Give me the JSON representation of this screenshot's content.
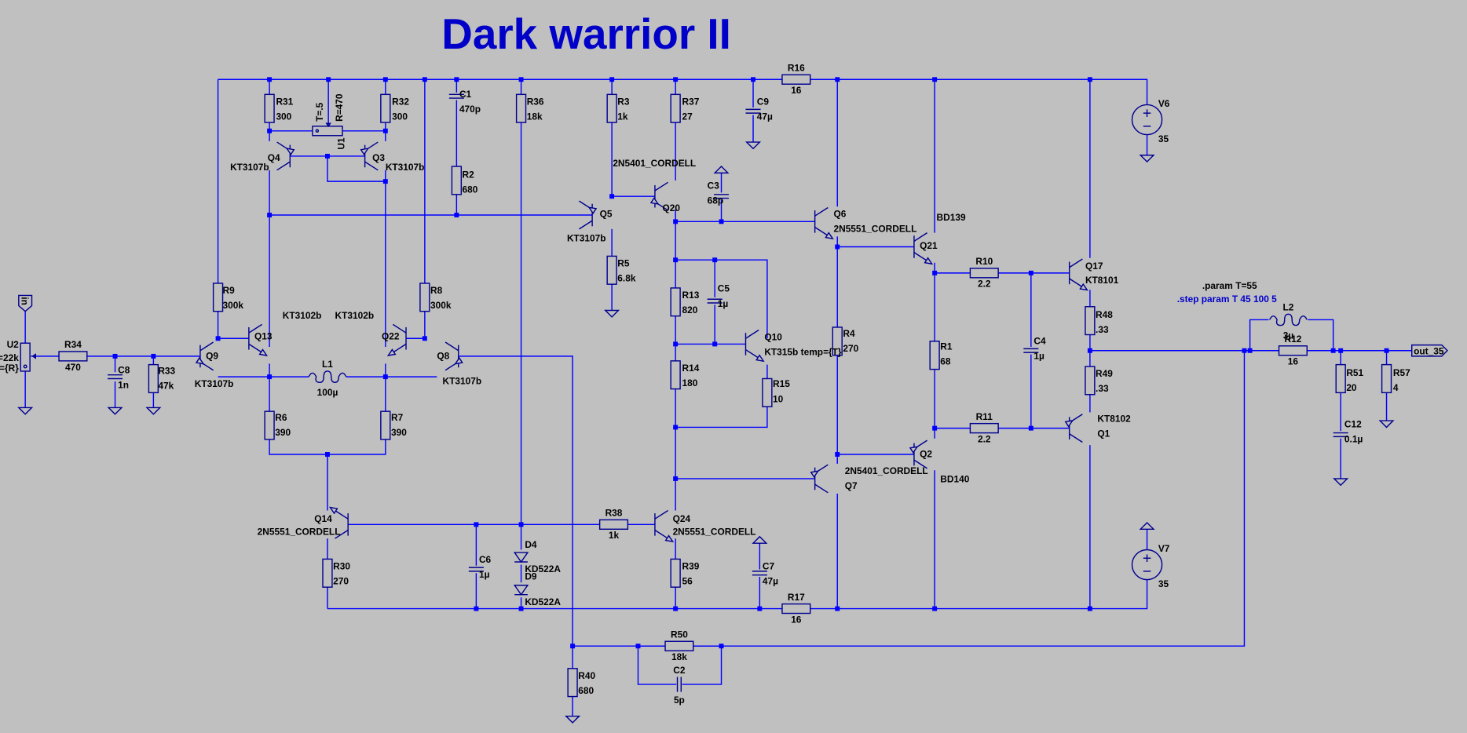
{
  "title": "Dark warrior II",
  "directives": {
    "param": ".param T=55",
    "step": ".step param T 45 100 5"
  },
  "ports": {
    "input": "in",
    "output": "out_35"
  },
  "components": {
    "U2": {
      "ref": "U2",
      "value1": "=22k",
      "value2": "T={R}"
    },
    "U1": {
      "ref": "U1",
      "value1": "R=470",
      "value2": "T=.5"
    },
    "R34": {
      "ref": "R34",
      "value": "470"
    },
    "C8": {
      "ref": "C8",
      "value": "1n"
    },
    "R33": {
      "ref": "R33",
      "value": "47k"
    },
    "R31": {
      "ref": "R31",
      "value": "300"
    },
    "R32": {
      "ref": "R32",
      "value": "300"
    },
    "C1": {
      "ref": "C1",
      "value": "470p"
    },
    "R2": {
      "ref": "R2",
      "value": "680"
    },
    "R36": {
      "ref": "R36",
      "value": "18k"
    },
    "R3": {
      "ref": "R3",
      "value": "1k"
    },
    "R37": {
      "ref": "R37",
      "value": "27"
    },
    "C9": {
      "ref": "C9",
      "value": "47µ"
    },
    "R16": {
      "ref": "R16",
      "value": "16"
    },
    "V6": {
      "ref": "V6",
      "value": "35"
    },
    "V7": {
      "ref": "V7",
      "value": "35"
    },
    "Q4": {
      "ref": "Q4",
      "model": "KT3107b"
    },
    "Q3": {
      "ref": "Q3",
      "model": "KT3107b"
    },
    "Q5": {
      "ref": "Q5",
      "model": "KT3107b"
    },
    "Q20": {
      "ref": "Q20",
      "model": "2N5401_CORDELL"
    },
    "C3": {
      "ref": "C3",
      "value": "68p"
    },
    "R5": {
      "ref": "R5",
      "value": "6.8k"
    },
    "Q6": {
      "ref": "Q6",
      "model": "2N5551_CORDELL"
    },
    "Q21": {
      "ref": "Q21",
      "model": "BD139"
    },
    "R9": {
      "ref": "R9",
      "value": "300k"
    },
    "R8": {
      "ref": "R8",
      "value": "300k"
    },
    "Q13": {
      "ref": "Q13",
      "model": "KT3102b"
    },
    "Q22": {
      "ref": "Q22",
      "model": "KT3102b"
    },
    "Q9": {
      "ref": "Q9",
      "model": "KT3107b"
    },
    "Q8": {
      "ref": "Q8",
      "model": "KT3107b"
    },
    "L1": {
      "ref": "L1",
      "value": "100µ"
    },
    "R6": {
      "ref": "R6",
      "value": "390"
    },
    "R7": {
      "ref": "R7",
      "value": "390"
    },
    "R13": {
      "ref": "R13",
      "value": "820"
    },
    "C5": {
      "ref": "C5",
      "value": "1µ"
    },
    "Q10": {
      "ref": "Q10",
      "model": "KT315b temp={T}"
    },
    "R14": {
      "ref": "R14",
      "value": "180"
    },
    "R15": {
      "ref": "R15",
      "value": "10"
    },
    "R4": {
      "ref": "R4",
      "value": "270"
    },
    "R10": {
      "ref": "R10",
      "value": "2.2"
    },
    "R11": {
      "ref": "R11",
      "value": "2.2"
    },
    "R1": {
      "ref": "R1",
      "value": "68"
    },
    "C4": {
      "ref": "C4",
      "value": "1µ"
    },
    "Q17": {
      "ref": "Q17",
      "model": "KT8101"
    },
    "Q1": {
      "ref": "Q1",
      "model": "KT8102"
    },
    "R48": {
      "ref": "R48",
      "value": ".33"
    },
    "R49": {
      "ref": "R49",
      "value": ".33"
    },
    "L2": {
      "ref": "L2",
      "value": "3µ"
    },
    "R12": {
      "ref": "R12",
      "value": "16"
    },
    "R51": {
      "ref": "R51",
      "value": "20"
    },
    "C12": {
      "ref": "C12",
      "value": "0.1µ"
    },
    "R57": {
      "ref": "R57",
      "value": "4"
    },
    "Q2": {
      "ref": "Q2",
      "model": "BD140"
    },
    "Q7": {
      "ref": "Q7",
      "model": "2N5401_CORDELL"
    },
    "Q14": {
      "ref": "Q14",
      "model": "2N5551_CORDELL"
    },
    "R30": {
      "ref": "R30",
      "value": "270"
    },
    "C6": {
      "ref": "C6",
      "value": "1µ"
    },
    "D4": {
      "ref": "D4",
      "model": "KD522A"
    },
    "D9": {
      "ref": "D9",
      "model": "KD522A"
    },
    "R38": {
      "ref": "R38",
      "value": "1k"
    },
    "Q24": {
      "ref": "Q24",
      "model": "2N5551_CORDELL"
    },
    "R39": {
      "ref": "R39",
      "value": "56"
    },
    "C7": {
      "ref": "C7",
      "value": "47µ"
    },
    "R17": {
      "ref": "R17",
      "value": "16"
    },
    "R40": {
      "ref": "R40",
      "value": "680"
    },
    "R50": {
      "ref": "R50",
      "value": "18k"
    },
    "C2": {
      "ref": "C2",
      "value": "5p"
    }
  },
  "colors": {
    "background": "#c0c0c0",
    "wire": "#0000ff",
    "symbol": "#000090",
    "title": "#0000c8",
    "directive_step": "#0000cc"
  }
}
